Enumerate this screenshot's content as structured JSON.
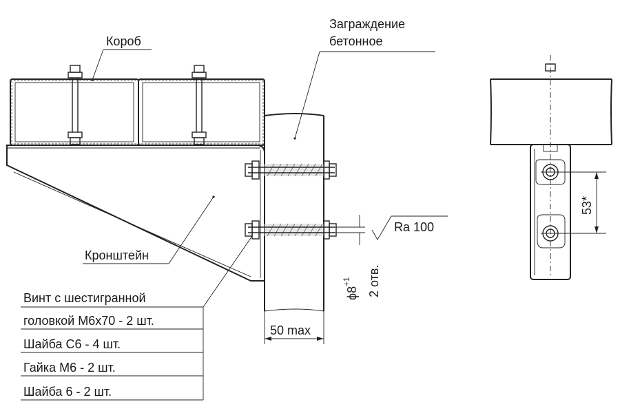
{
  "labels": {
    "box": "Короб",
    "barrier_line1": "Заграждение",
    "barrier_line2": "бетонное",
    "bracket": "Кронштейн",
    "roughness": "Ra 100",
    "hole_diameter": "ϕ8",
    "hole_tolerance": "+1",
    "hole_count": "2 отв.",
    "max_dimension": "50 max",
    "spacing_dimension": "53*"
  },
  "parts_list": [
    "Винт с шестигранной",
    "головкой М6х70 - 2 шт.",
    "Шайба С6 - 4 шт.",
    "Гайка М6 - 2 шт.",
    "Шайба 6 - 2 шт."
  ]
}
